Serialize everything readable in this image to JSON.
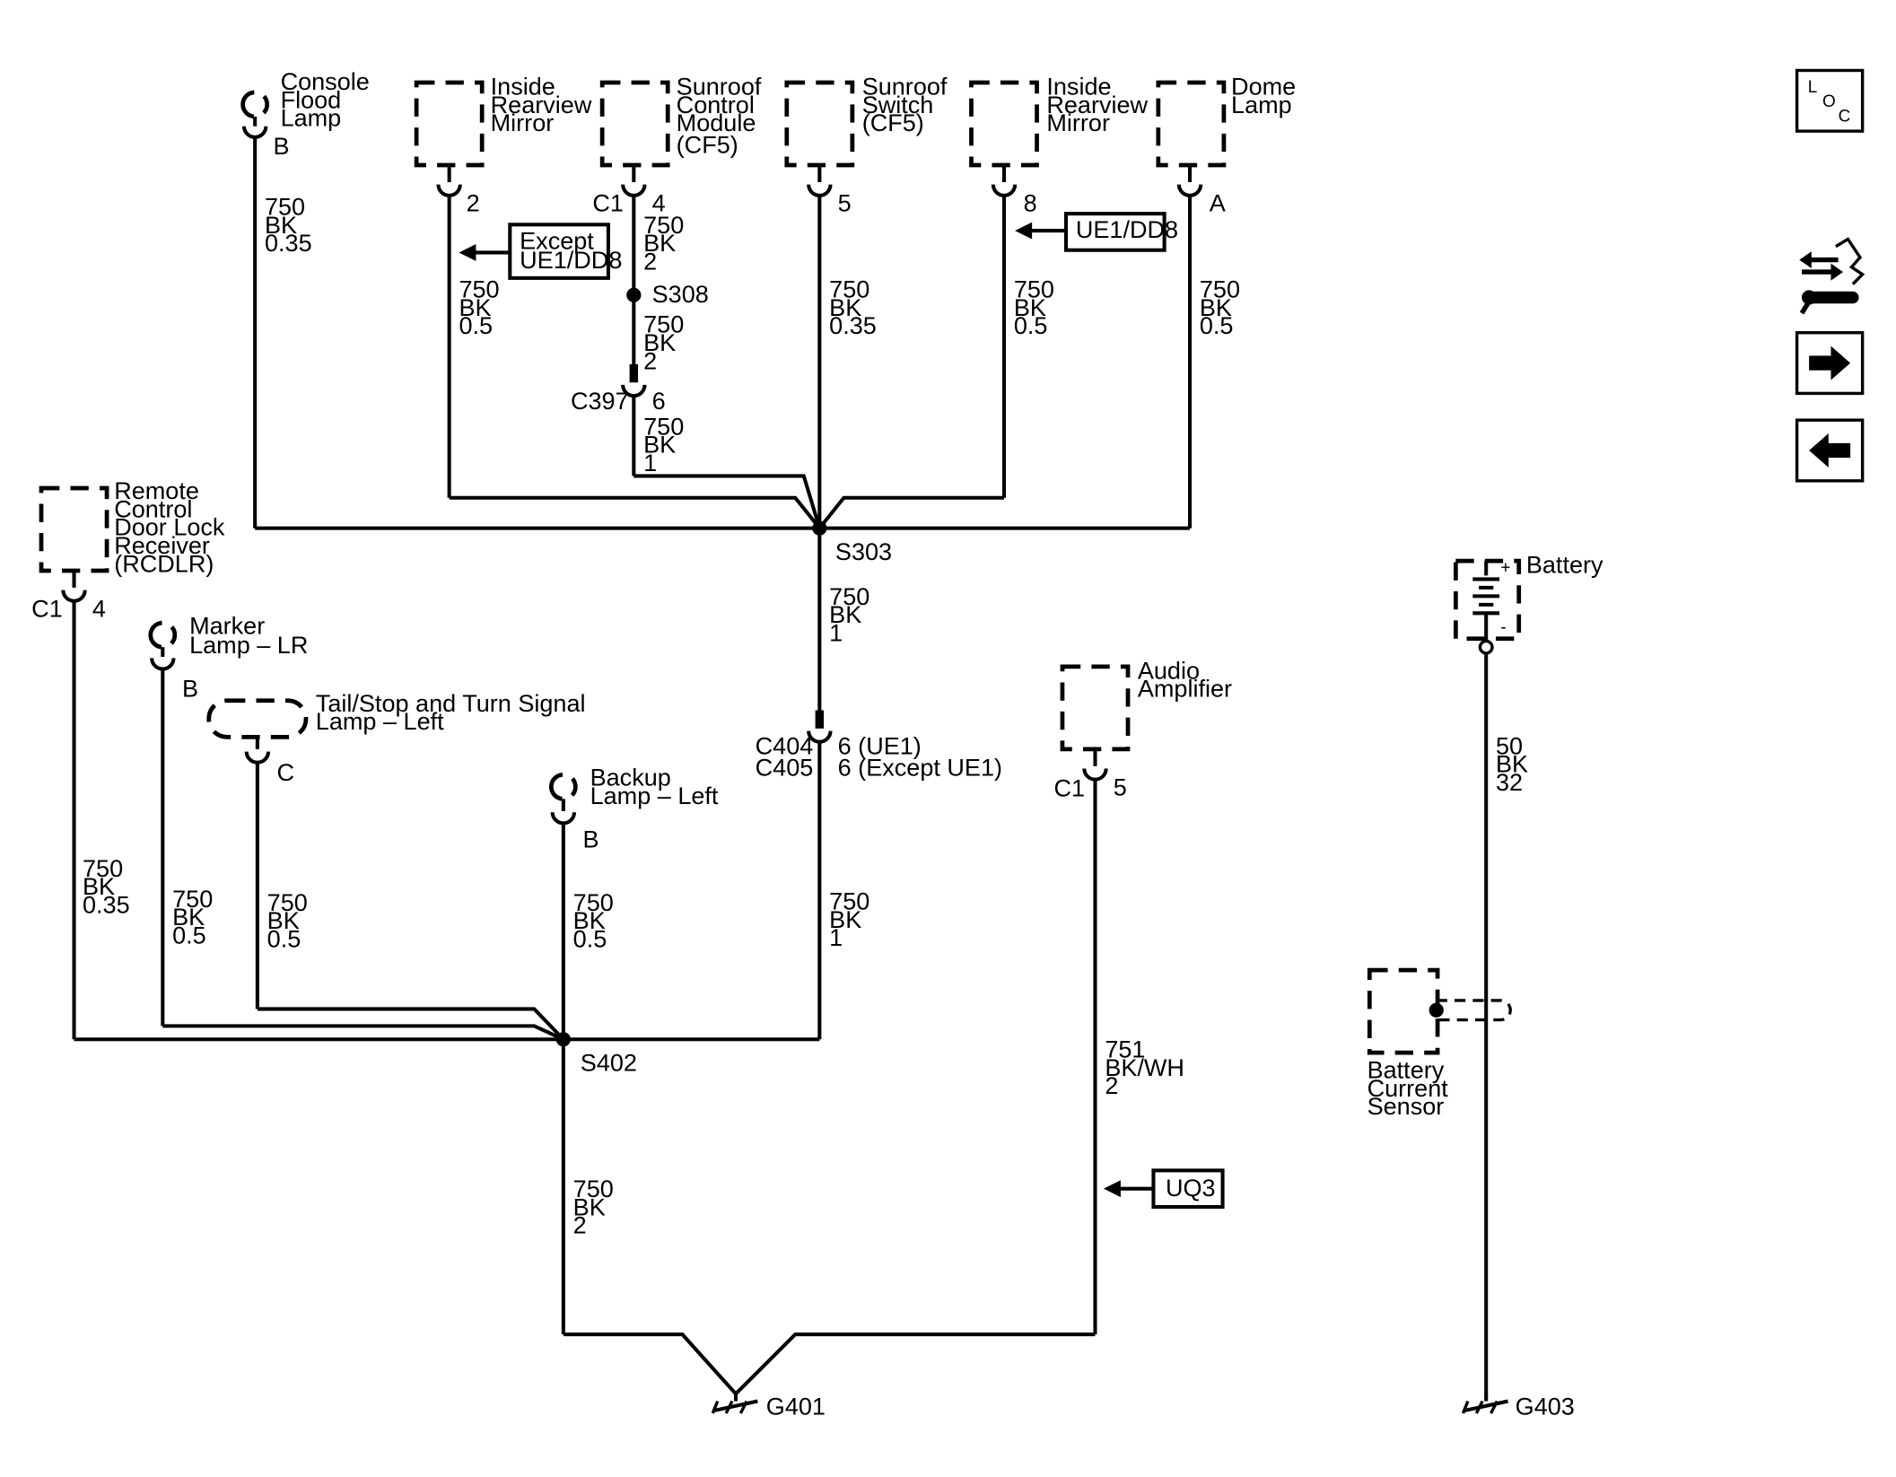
{
  "components": {
    "console_flood": [
      "Console",
      "Flood",
      "Lamp"
    ],
    "mirror1": [
      "Inside",
      "Rearview",
      "Mirror"
    ],
    "sunroof_module": [
      "Sunroof",
      "Control",
      "Module",
      "(CF5)"
    ],
    "sunroof_switch": [
      "Sunroof",
      "Switch",
      "(CF5)"
    ],
    "mirror2": [
      "Inside",
      "Rearview",
      "Mirror"
    ],
    "dome": [
      "Dome",
      "Lamp"
    ],
    "rcdlr": [
      "Remote",
      "Control",
      "Door Lock",
      "Receiver",
      "(RCDLR)"
    ],
    "marker": [
      "Marker",
      "Lamp – LR"
    ],
    "tail": [
      "Tail/Stop and Turn Signal",
      "Lamp – Left"
    ],
    "backup": [
      "Backup",
      "Lamp – Left"
    ],
    "audio": [
      "Audio",
      "Amplifier"
    ],
    "battery": [
      "Battery"
    ],
    "battery_sensor": [
      "Battery",
      "Current",
      "Sensor"
    ]
  },
  "pins": {
    "console_flood": "B",
    "mirror1": "2",
    "sunroof_module_conn": "C1",
    "sunroof_module": "4",
    "sunroof_switch": "5",
    "mirror2": "8",
    "dome": "A",
    "rcdlr_conn": "C1",
    "rcdlr": "4",
    "marker": "B",
    "tail": "C",
    "backup": "B",
    "audio_conn": "C1",
    "audio": "5",
    "c397_pin": "6",
    "c404_pin": "6 (UE1)",
    "c405_pin": "6 (Except UE1)"
  },
  "wires": {
    "console_flood": [
      "750",
      "BK",
      "0.35"
    ],
    "mirror1": [
      "750",
      "BK",
      "0.5"
    ],
    "module_top": [
      "750",
      "BK",
      "2"
    ],
    "module_mid": [
      "750",
      "BK",
      "2"
    ],
    "c397_down": [
      "750",
      "BK",
      "1"
    ],
    "switch": [
      "750",
      "BK",
      "0.35"
    ],
    "mirror2": [
      "750",
      "BK",
      "0.5"
    ],
    "dome": [
      "750",
      "BK",
      "0.5"
    ],
    "s303_down": [
      "750",
      "BK",
      "1"
    ],
    "c404_down": [
      "750",
      "BK",
      "1"
    ],
    "rcdlr": [
      "750",
      "BK",
      "0.35"
    ],
    "marker": [
      "750",
      "BK",
      "0.5"
    ],
    "tail": [
      "750",
      "BK",
      "0.5"
    ],
    "backup": [
      "750",
      "BK",
      "0.5"
    ],
    "s402_down": [
      "750",
      "BK",
      "2"
    ],
    "audio": [
      "751",
      "BK/WH",
      "2"
    ],
    "battery": [
      "50",
      "BK",
      "32"
    ]
  },
  "splices": {
    "s308": "S308",
    "s303": "S303",
    "s402": "S402"
  },
  "connectors": {
    "c397": "C397",
    "c404": "C404",
    "c405": "C405"
  },
  "grounds": {
    "g401": "G401",
    "g403": "G403"
  },
  "options": {
    "except": [
      "Except",
      "UE1/DD8"
    ],
    "ue1dd8": "UE1/DD8",
    "uq3": "UQ3"
  },
  "nav": {
    "loc_letters": [
      "L",
      "O",
      "C"
    ],
    "icons": [
      "location-icon",
      "harness-route-icon",
      "arrow-right-icon",
      "arrow-left-icon"
    ]
  }
}
